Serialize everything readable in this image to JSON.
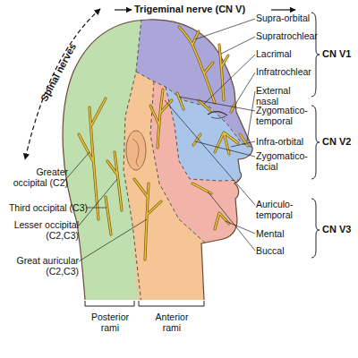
{
  "diagram": {
    "labels": [
      "Trigeminal nerve (CN V)",
      "Spinal nerves",
      "Supra-orbital",
      "Supratrochlear",
      "Lacrimal",
      "Infratrochlear",
      "External nasal",
      "CN V1",
      "Zygomatico-temporal",
      "Infra-orbital",
      "Zygomatico-facial",
      "CN V2",
      "Auriculo-temporal",
      "Mental",
      "Buccal",
      "CN V3",
      "Greater occipital (C2)",
      "Third occipital (C3)",
      "Lesser occipital (C2,C3)",
      "Great auricular (C2,C3)",
      "Posterior rami",
      "Anterior rami"
    ]
  }
}
